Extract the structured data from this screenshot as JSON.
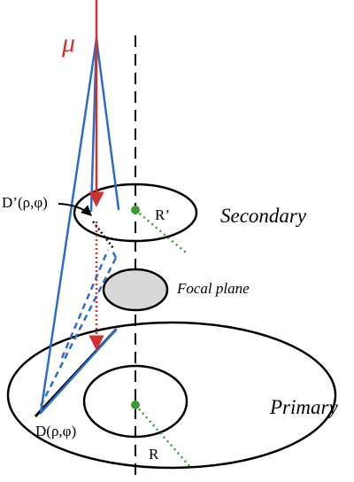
{
  "labels": {
    "muon": "μ",
    "secondary": "Secondary",
    "primary": "Primary",
    "focal_plane": "Focal plane",
    "r_prime": "R’",
    "r": "R",
    "d_prime": "D’(ρ,φ)",
    "d": "D(ρ,φ)"
  },
  "colors": {
    "muon_ray": "#d0312d",
    "light_rays": "#2b6cc4",
    "radius_lines": "#3a9a3a",
    "center_dots": "#3a9a3a",
    "focal_plane_fill": "#d8d8d8",
    "outline": "#000000"
  }
}
